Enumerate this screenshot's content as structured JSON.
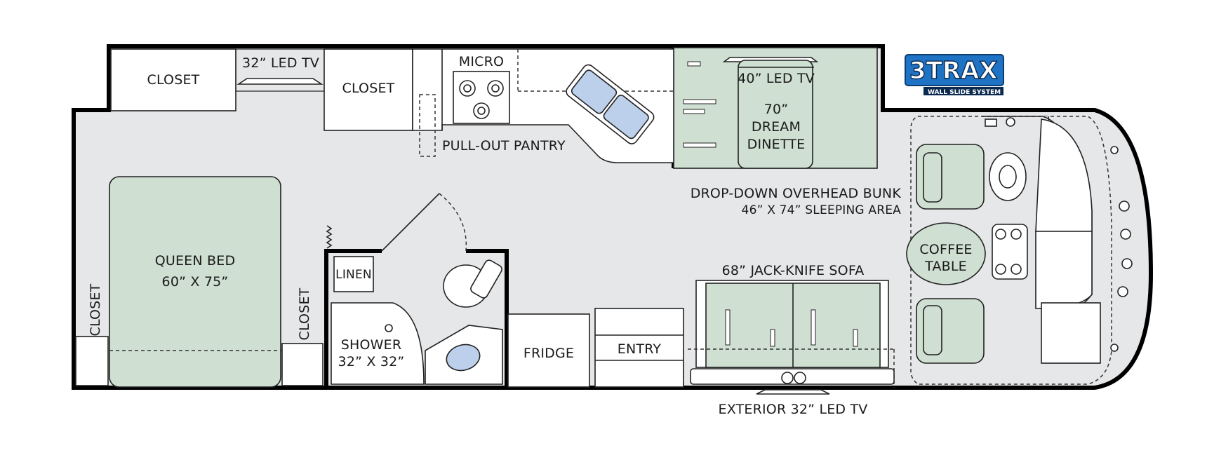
{
  "logo": {
    "mark": "3TRAX",
    "tagline": "WALL SLIDE SYSTEM"
  },
  "labels": {
    "closet_top": "CLOSET",
    "tv_bedroom": "32” LED TV",
    "closet_mid": "CLOSET",
    "micro": "MICRO",
    "pantry": "PULL-OUT PANTRY",
    "tv_dinette": "40” LED TV",
    "dinette_1": "70”",
    "dinette_2": "DREAM",
    "dinette_3": "DINETTE",
    "bunk_1": "DROP-DOWN OVERHEAD BUNK",
    "bunk_2": "46” X 74” SLEEPING AREA",
    "coffee_1": "COFFEE",
    "coffee_2": "TABLE",
    "sofa": "68” JACK-KNIFE SOFA",
    "bed_1": "QUEEN BED",
    "bed_2": "60” X 75”",
    "closet_left": "CLOSET",
    "closet_right": "CLOSET",
    "linen": "LINEN",
    "shower_1": "SHOWER",
    "shower_2": "32” X 32”",
    "fridge": "FRIDGE",
    "entry": "ENTRY",
    "exterior_tv": "EXTERIOR 32” LED TV"
  },
  "colors": {
    "floor": "#e6e7e8",
    "furniture_green": "#cfdfd2",
    "fixture_blue": "#bcd0ec",
    "wall": "#000000",
    "logo_blue": "#1f73c4"
  }
}
